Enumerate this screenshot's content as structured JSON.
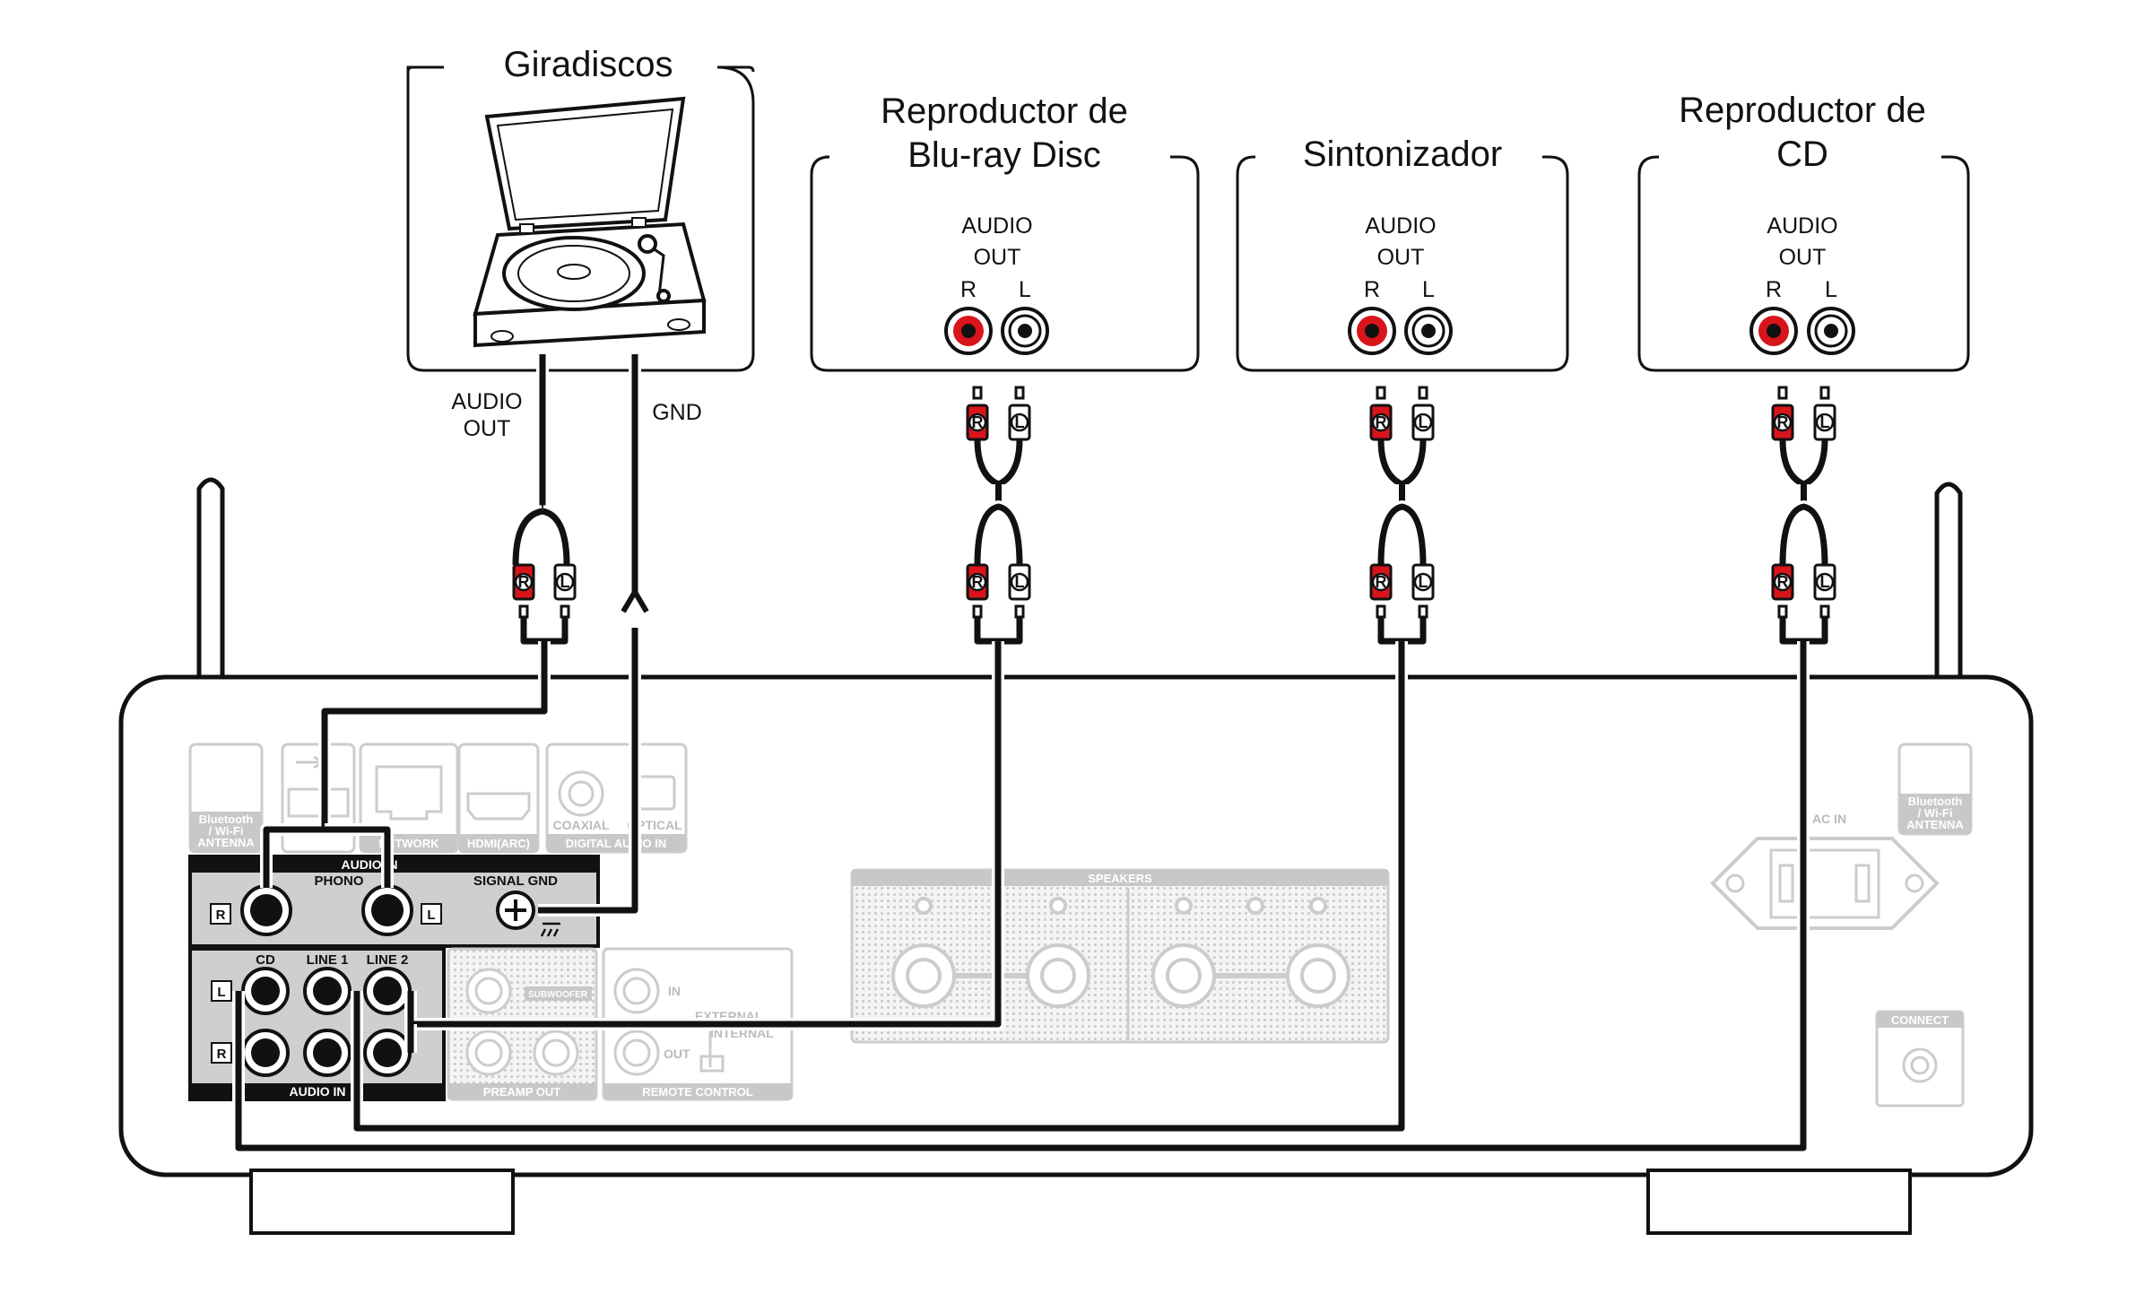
{
  "devices": {
    "turntable": {
      "title": "Giradiscos",
      "audio_out": [
        "AUDIO",
        "OUT"
      ],
      "gnd": "GND"
    },
    "bluray": {
      "title": [
        "Reproductor de",
        "Blu-ray Disc"
      ],
      "audio": "AUDIO",
      "out": "OUT",
      "r": "R",
      "l": "L"
    },
    "tuner": {
      "title": "Sintonizador",
      "audio": "AUDIO",
      "out": "OUT",
      "r": "R",
      "l": "L"
    },
    "cd": {
      "title": [
        "Reproductor de",
        "CD"
      ],
      "audio": "AUDIO",
      "out": "OUT",
      "r": "R",
      "l": "L"
    }
  },
  "plugs": {
    "r": "R",
    "l": "L"
  },
  "amplifier": {
    "antenna_left": [
      "Bluetooth",
      "/ Wi-Fi",
      "ANTENNA"
    ],
    "antenna_right": [
      "Bluetooth",
      "/ Wi-Fi",
      "ANTENNA"
    ],
    "network": "NETWORK",
    "hdmi": "HDMI(ARC)",
    "coaxial": "COAXIAL",
    "optical": "OPTICAL",
    "digital_audio_in": "DIGITAL AUDIO IN",
    "audio_in_top": "AUDIO IN",
    "phono": "PHONO",
    "signal_gnd": "SIGNAL GND",
    "r": "R",
    "l": "L",
    "line_cd": "CD",
    "line_1": "LINE 1",
    "line_2": "LINE 2",
    "audio_in_bottom": "AUDIO IN",
    "subwoofer": "SUBWOOFER",
    "preamp_out": "PREAMP OUT",
    "in": "IN",
    "out": "OUT",
    "external": "EXTERNAL",
    "internal": "INTERNAL",
    "remote_control": "REMOTE CONTROL",
    "speakers": "SPEAKERS",
    "ac_in": "AC IN",
    "connect": "CONNECT"
  },
  "colors": {
    "red": "#d9141a",
    "line": "#111111",
    "ghost": "#c8c8c8",
    "panel": "#cfcfcf"
  }
}
